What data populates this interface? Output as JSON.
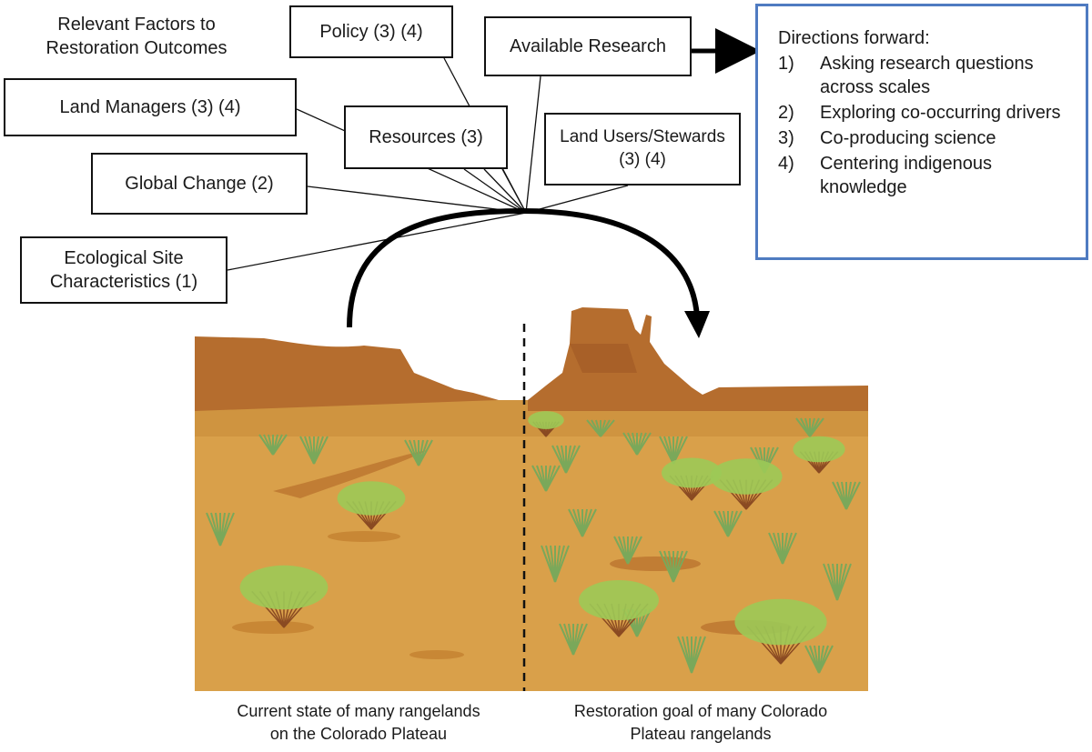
{
  "header": {
    "label_line1": "Relevant Factors to",
    "label_line2": "Restoration Outcomes"
  },
  "factors": {
    "policy": "Policy (3) (4)",
    "available_research": "Available Research",
    "land_managers": "Land Managers (3) (4)",
    "resources": "Resources (3)",
    "land_users_line1": "Land Users/Stewards",
    "land_users_line2": "(3) (4)",
    "global_change": "Global Change (2)",
    "ecological_line1": "Ecological Site",
    "ecological_line2": "Characteristics (1)"
  },
  "directions": {
    "title": "Directions forward:",
    "items": [
      {
        "num": "1)",
        "text": "Asking research questions across scales"
      },
      {
        "num": "2)",
        "text": "Exploring co-occurring drivers"
      },
      {
        "num": "3)",
        "text": "Co-producing science"
      },
      {
        "num": "4)",
        "text": "Centering indigenous knowledge"
      }
    ]
  },
  "captions": {
    "current_line1": "Current state of many rangelands",
    "current_line2": "on the Colorado Plateau",
    "goal_line1": "Restoration goal of many Colorado",
    "goal_line2": "Plateau rangelands"
  },
  "colors": {
    "directions_border": "#4f7bc1",
    "sand": "#d9a04a",
    "mesa": "#b56d2e",
    "shrub_green": "#9cc956",
    "grass_green": "#7aa85a"
  }
}
